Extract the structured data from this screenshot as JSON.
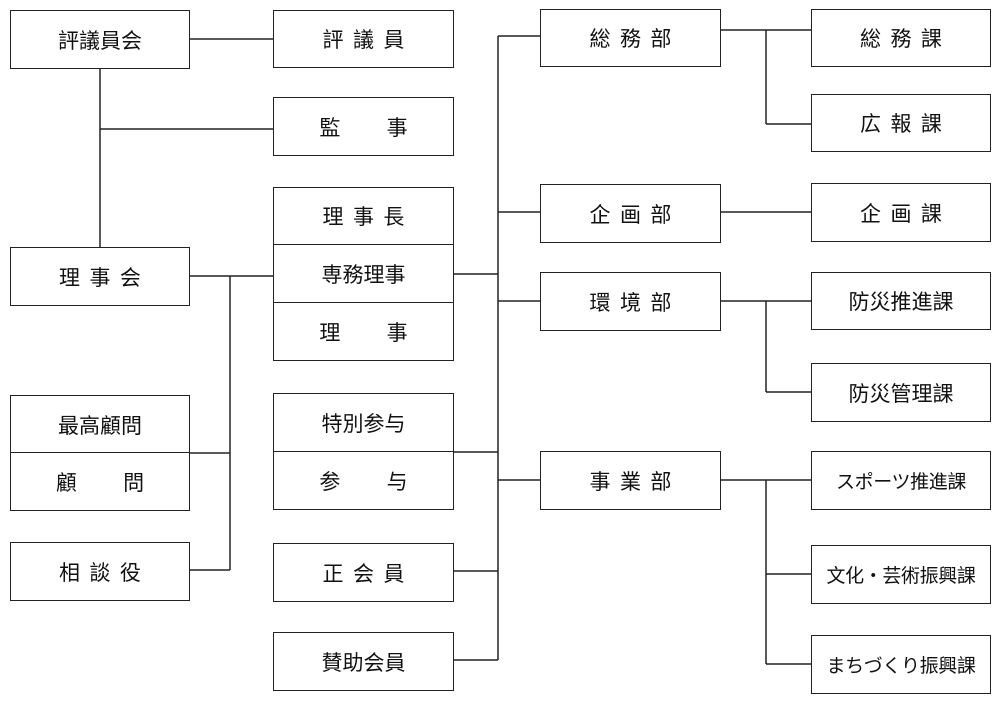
{
  "nodes": {
    "hyogiinkai": "評議員会",
    "hyogiin": "評議員",
    "kanji": "監事",
    "rijikai": "理事会",
    "rijicho": "理事長",
    "senmu_riji": "専務理事",
    "riji": "理事",
    "saiko_komon": "最高顧問",
    "komon": "顧問",
    "sodanyaku": "相談役",
    "tokubetsu_sanyo": "特別参与",
    "sanyo": "参与",
    "seikaiin": "正会員",
    "sanjo_kaiin": "賛助会員",
    "somubu": "総務部",
    "kikakubu": "企画部",
    "kankyobu": "環境部",
    "jigyobu": "事業部",
    "somuka": "総務課",
    "kohoka": "広報課",
    "kikakuka": "企画課",
    "bosai_suishinka": "防災推進課",
    "bosai_kanrika": "防災管理課",
    "sports_suishinka": "スポーツ推進課",
    "bunka_geijutsu_shinkoka": "文化・芸術振興課",
    "machizukuri_shinkoka": "まちづくり振興課"
  }
}
